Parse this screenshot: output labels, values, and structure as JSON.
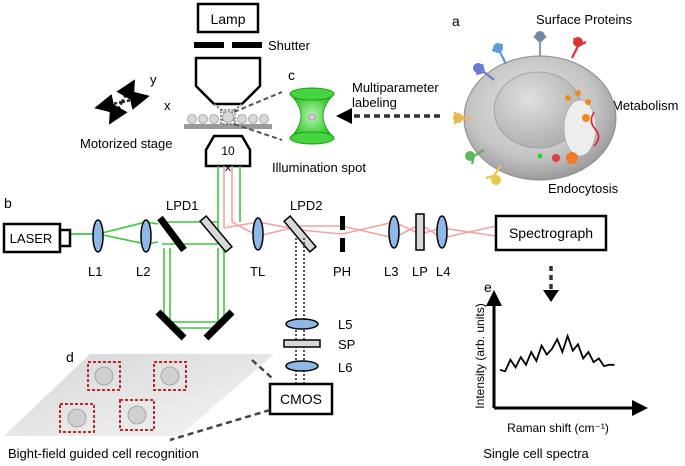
{
  "panels": {
    "a": "a",
    "b": "b",
    "c": "c",
    "d": "d",
    "e": "e"
  },
  "boxes": {
    "lamp": "Lamp",
    "laser": "LASER",
    "spectrograph": "Spectrograph",
    "cmos": "CMOS"
  },
  "labels": {
    "shutter": "Shutter",
    "motorized_stage": "Motorized stage",
    "objective_mag": "10",
    "objective_x": "x",
    "axis_x": "x",
    "axis_y": "y",
    "illumination_spot": "Illumination spot",
    "multiparameter_line1": "Multiparameter",
    "multiparameter_line2": "labeling",
    "surface_proteins": "Surface Proteins",
    "metabolism": "Metabolism",
    "endocytosis": "Endocytosis",
    "lpd1": "LPD1",
    "lpd2": "LPD2",
    "l1": "L1",
    "l2": "L2",
    "tl": "TL",
    "ph": "PH",
    "l3": "L3",
    "lp": "LP",
    "l4": "L4",
    "l5": "L5",
    "sp": "SP",
    "l6": "L6",
    "bright_field": "Bight-field guided cell recognition",
    "single_cell_spectra": "Single cell spectra",
    "ylabel": "Intensity (arb. units)",
    "xlabel": "Raman shift (cm⁻¹)"
  },
  "colors": {
    "green_beam": "#3cc93c",
    "raman_beam": "#f2a3a3",
    "lens_fill": "#8fb8e8",
    "dotted_red": "#c0282b",
    "spot_green": "#33cc33"
  },
  "icons": {
    "stage_axes": "four-arrow-cross-icon",
    "surface_protein_markers": "antibody-icon"
  },
  "chart_data": {
    "type": "line",
    "xlabel": "Raman shift (cm⁻¹)",
    "ylabel": "Intensity (arb. units)",
    "x": [
      0,
      0.04,
      0.08,
      0.12,
      0.16,
      0.2,
      0.24,
      0.28,
      0.32,
      0.36,
      0.4,
      0.44,
      0.48,
      0.52,
      0.56,
      0.6,
      0.64,
      0.68,
      0.72,
      0.76,
      0.8,
      0.84,
      0.88
    ],
    "y": [
      0.22,
      0.2,
      0.38,
      0.26,
      0.42,
      0.3,
      0.5,
      0.36,
      0.6,
      0.46,
      0.55,
      0.7,
      0.5,
      0.75,
      0.52,
      0.62,
      0.4,
      0.5,
      0.34,
      0.4,
      0.28,
      0.3,
      0.3
    ]
  }
}
